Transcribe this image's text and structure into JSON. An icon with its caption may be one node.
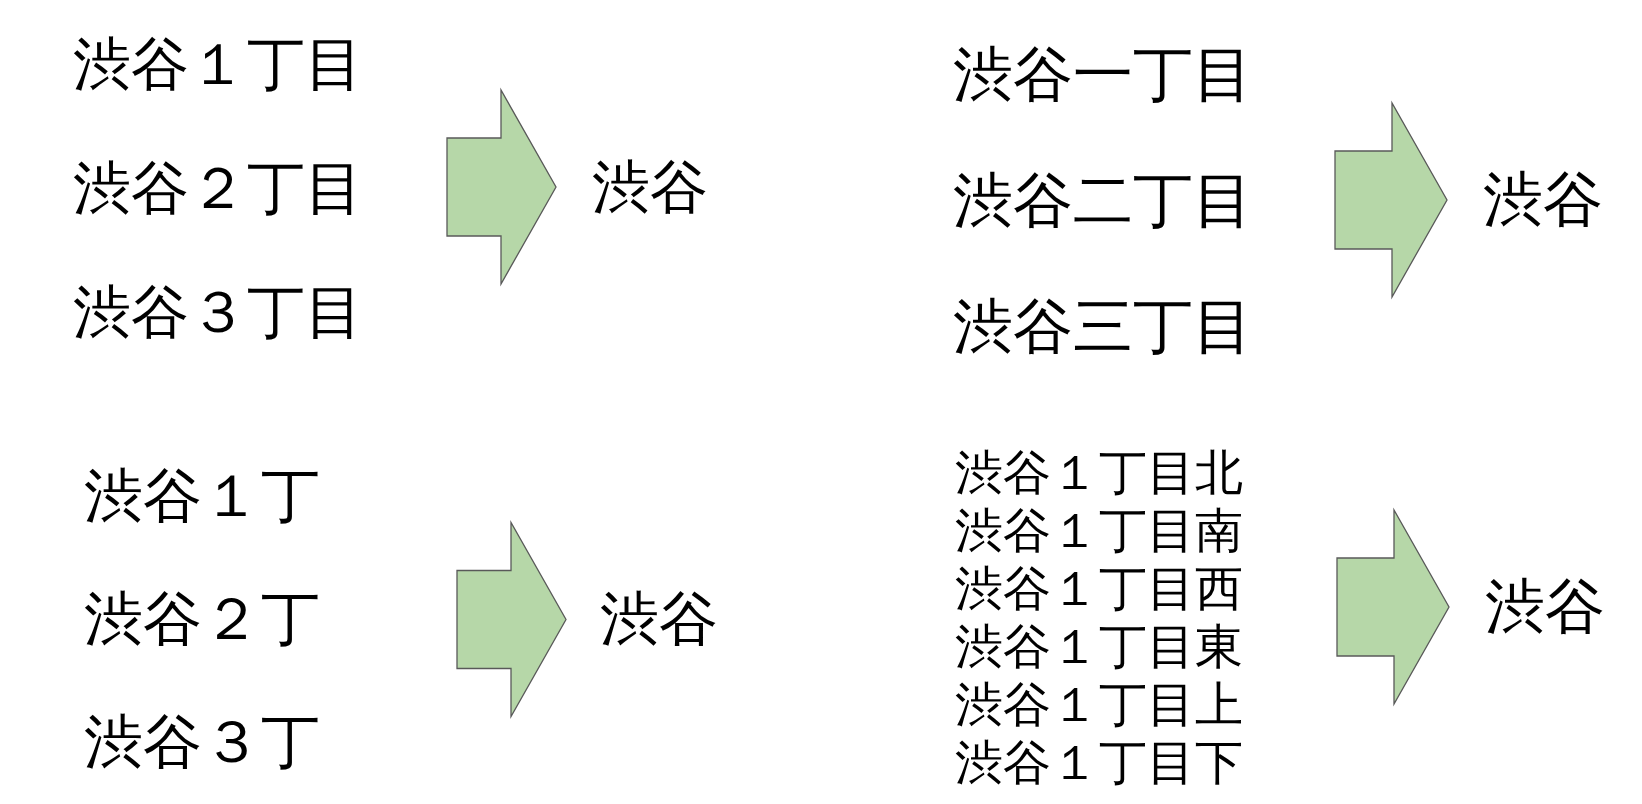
{
  "diagram": {
    "nodes": [
      {
        "text": [
          "渋谷１丁目",
          "渋谷２丁目",
          "渋谷３丁目"
        ]
      },
      {
        "text": [
          "渋谷"
        ]
      },
      {
        "text": [
          "渋谷一丁目",
          "渋谷二丁目",
          "渋谷三丁目"
        ]
      },
      {
        "text": [
          "渋谷"
        ]
      },
      {
        "text": [
          "渋谷１丁",
          "渋谷２丁",
          "渋谷３丁"
        ]
      },
      {
        "text": [
          "渋谷"
        ]
      },
      {
        "text": [
          "渋谷１丁目北",
          "渋谷１丁目南",
          "渋谷１丁目西",
          "渋谷１丁目東",
          "渋谷１丁目上",
          "渋谷１丁目下"
        ]
      },
      {
        "text": [
          "渋谷"
        ]
      }
    ],
    "edges": [
      {
        "from": 0,
        "to": 1,
        "arrow": "to"
      },
      {
        "from": 2,
        "to": 3,
        "arrow": "to"
      },
      {
        "from": 4,
        "to": 5,
        "arrow": "to"
      },
      {
        "from": 6,
        "to": 7,
        "arrow": "to"
      }
    ]
  }
}
